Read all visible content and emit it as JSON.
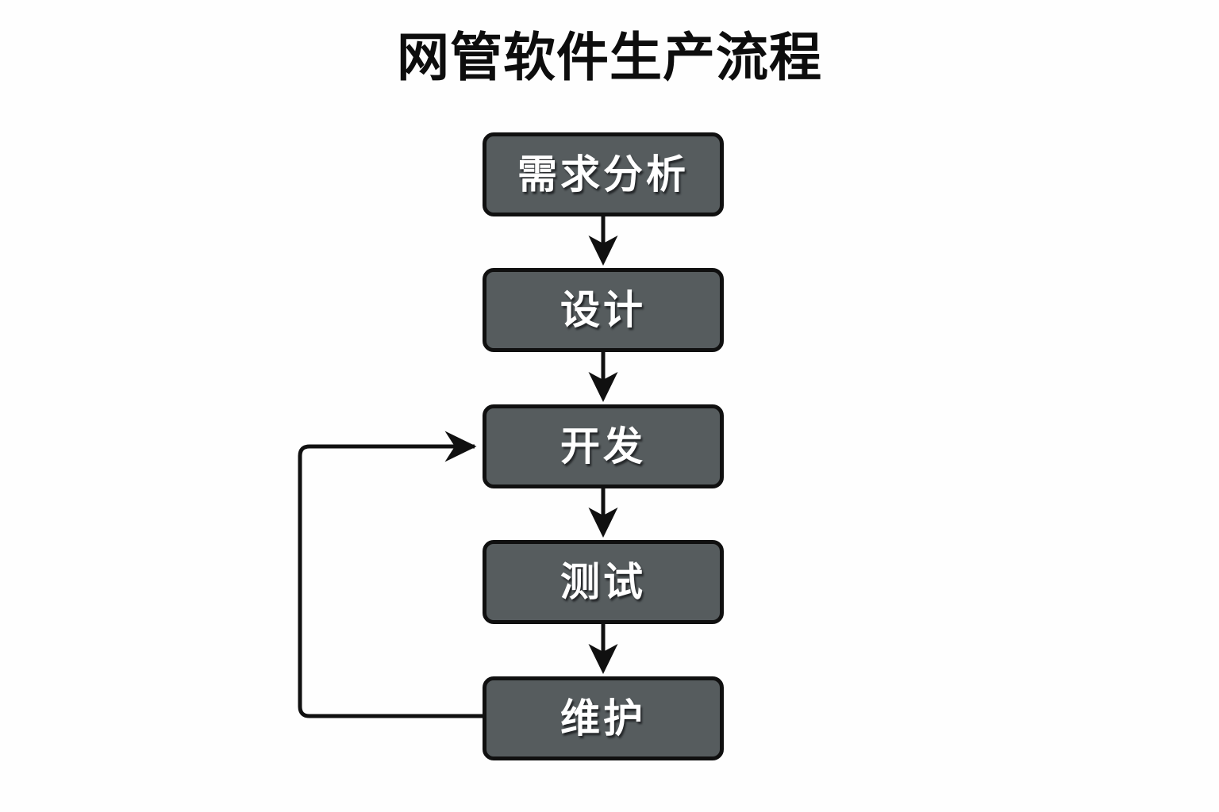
{
  "diagram": {
    "title": "网管软件生产流程",
    "background_color": "#fefefe",
    "node_fill_color": "#565c5e",
    "node_border_color": "#101010",
    "node_text_color": "#ffffff",
    "connector_color": "#101010",
    "orientation": "top-to-bottom",
    "nodes": [
      {
        "id": "requirements",
        "label": "需求分析"
      },
      {
        "id": "design",
        "label": "设计"
      },
      {
        "id": "development",
        "label": "开发"
      },
      {
        "id": "testing",
        "label": "测试"
      },
      {
        "id": "maintenance",
        "label": "维护"
      }
    ],
    "edges": [
      {
        "from": "requirements",
        "to": "design",
        "label": "",
        "style": "solid-arrow-down"
      },
      {
        "from": "design",
        "to": "development",
        "label": "",
        "style": "solid-arrow-down"
      },
      {
        "from": "development",
        "to": "testing",
        "label": "",
        "style": "solid-arrow-down"
      },
      {
        "from": "testing",
        "to": "maintenance",
        "label": "",
        "style": "solid-arrow-down"
      },
      {
        "from": "maintenance",
        "to": "development",
        "label": "",
        "style": "feedback-loop-left"
      }
    ]
  }
}
